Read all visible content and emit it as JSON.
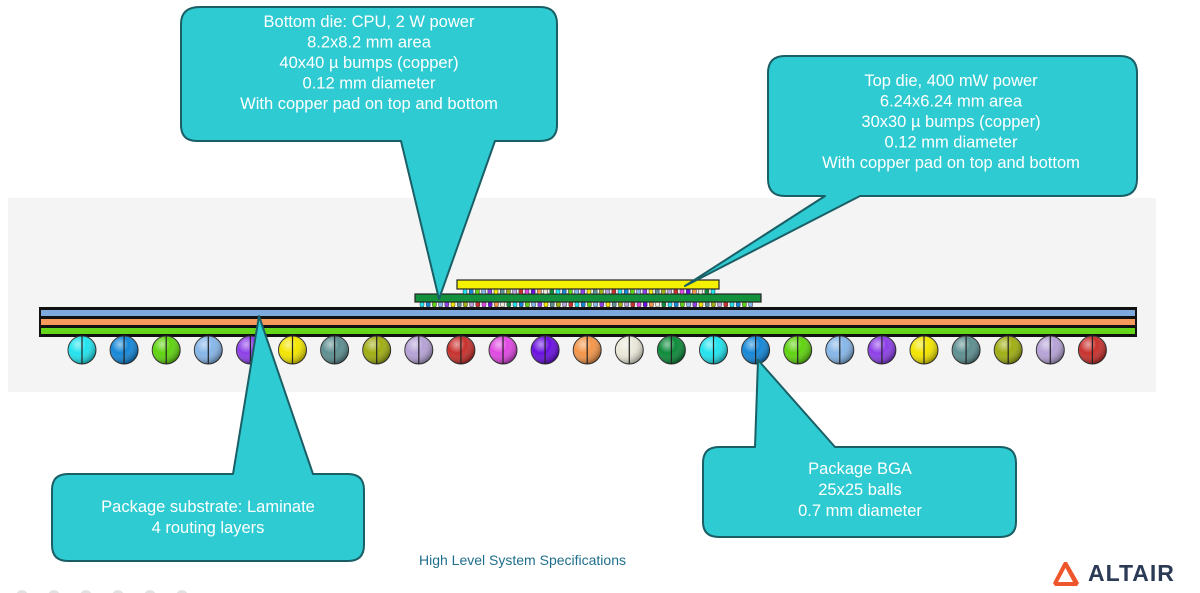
{
  "callouts": {
    "bottom_die": {
      "lines": [
        "Bottom die: CPU, 2 W power",
        "8.2x8.2 mm area",
        "40x40 µ bumps (copper)",
        "0.12 mm diameter",
        "With copper pad on top and bottom"
      ]
    },
    "top_die": {
      "lines": [
        "Top die, 400 mW power",
        "6.24x6.24 mm area",
        "30x30 µ bumps (copper)",
        "0.12 mm diameter",
        "With copper pad on top and bottom"
      ]
    },
    "substrate": {
      "lines": [
        "Package substrate: Laminate",
        "4 routing layers"
      ]
    },
    "bga": {
      "lines": [
        "Package BGA",
        "25x25 balls",
        "0.7 mm diameter"
      ]
    }
  },
  "caption": "High Level System Specifications",
  "logo": {
    "text": "ALTAIR",
    "icon": "altair-triangle-icon",
    "color": "#f0562b"
  },
  "colors": {
    "callout_fill": "#2ecbd2",
    "callout_stroke": "#1b5f66",
    "top_die": "#f5f000",
    "bottom_die": "#13903c",
    "substrate_layers": [
      "#7ea9de",
      "#f59a5a",
      "#66d61a"
    ]
  },
  "ball_colors": [
    "#22e3ee",
    "#1587d8",
    "#5fd30f",
    "#86b6e8",
    "#8d3fe8",
    "#f2e500",
    "#5e8f91",
    "#9fae12",
    "#b6a2d6",
    "#c8312d",
    "#e049e2",
    "#6a10e0",
    "#f3964a",
    "#eae8d8",
    "#0d8a3a",
    "#22e3ee",
    "#1587d8",
    "#5fd30f",
    "#86b6e8",
    "#8d3fe8",
    "#f2e500",
    "#5e8f91",
    "#9fae12",
    "#b6a2d6",
    "#c8312d"
  ]
}
